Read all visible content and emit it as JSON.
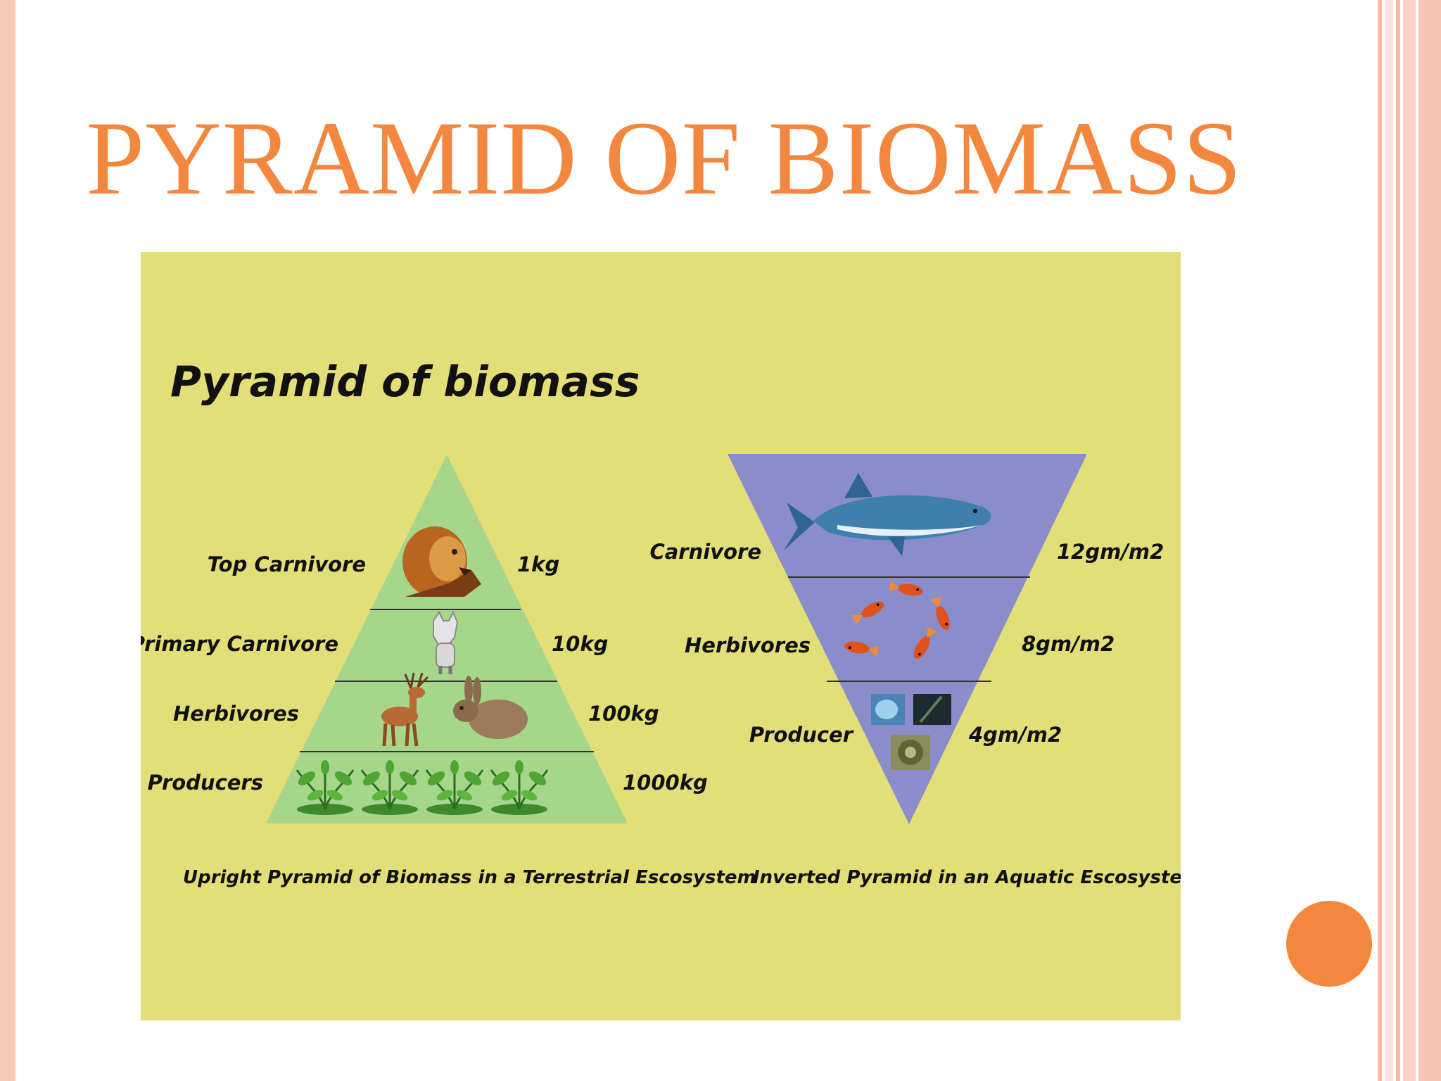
{
  "slide": {
    "title": "PYRAMID OF BIOMASS",
    "colors": {
      "title": "#f4873e",
      "border_pink": "#f8c4b4",
      "dot": "#f4873e"
    }
  },
  "figure": {
    "heading": "Pyramid of biomass",
    "colors": {
      "background": "#e2df78",
      "upright_fill": "#a6d68a",
      "inverted_fill": "#8a8dc9"
    },
    "terrestrial": {
      "caption": "Upright Pyramid of Biomass in a Terrestrial Escosystem",
      "levels": [
        {
          "label": "Top Carnivore",
          "value": "1kg",
          "icon": "lion-icon"
        },
        {
          "label": "Primary Carnivore",
          "value": "10kg",
          "icon": "wolf-icon"
        },
        {
          "label": "Herbivores",
          "value": "100kg",
          "icon": "deer-rabbit-icon"
        },
        {
          "label": "Producers",
          "value": "1000kg",
          "icon": "plant-icon"
        }
      ]
    },
    "aquatic": {
      "caption": "Inverted Pyramid in an Aquatic Escosystem",
      "levels": [
        {
          "label": "Carnivore",
          "value": "12gm/m2",
          "icon": "shark-icon"
        },
        {
          "label": "Herbivores",
          "value": "8gm/m2",
          "icon": "fish-icon"
        },
        {
          "label": "Producer",
          "value": "4gm/m2",
          "icon": "phytoplankton-icon"
        }
      ]
    }
  }
}
